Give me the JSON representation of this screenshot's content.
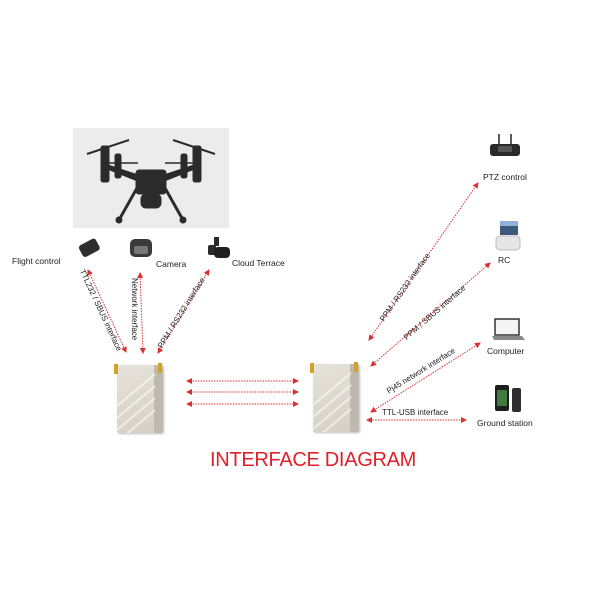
{
  "title": "INTERFACE DIAGRAM",
  "colors": {
    "title": "#e0202a",
    "arrow": "#d8302f",
    "module_body": "#dedad0",
    "antenna": "#d2a226"
  },
  "air_side": {
    "image": "drone-icon",
    "devices": [
      {
        "id": "flight-control",
        "label": "Flight control",
        "icon": "flight-controller-icon",
        "interface": "TTL232 / SBUS interface"
      },
      {
        "id": "camera",
        "label": "Camera",
        "icon": "camera-icon",
        "interface": "Network interface"
      },
      {
        "id": "cloud-terrace",
        "label": "Cloud Terrace",
        "icon": "gimbal-icon",
        "interface": "PPM / RS232 interface"
      }
    ],
    "module": "air-data-link-module"
  },
  "ground_side": {
    "module": "ground-data-link-module",
    "devices": [
      {
        "id": "ptz-control",
        "label": "PTZ control",
        "icon": "ptz-controller-icon",
        "interface": "PPM / RS232 interface"
      },
      {
        "id": "rc",
        "label": "RC",
        "icon": "remote-controller-icon",
        "interface": "PPM / SBUS interface"
      },
      {
        "id": "computer",
        "label": "Computer",
        "icon": "laptop-icon",
        "interface": "Pj45 network interface"
      },
      {
        "id": "ground-station",
        "label": "Ground station",
        "icon": "ground-station-icon",
        "interface": "TTL-USB interface"
      }
    ]
  },
  "links": {
    "wireless_arrows": 3
  }
}
